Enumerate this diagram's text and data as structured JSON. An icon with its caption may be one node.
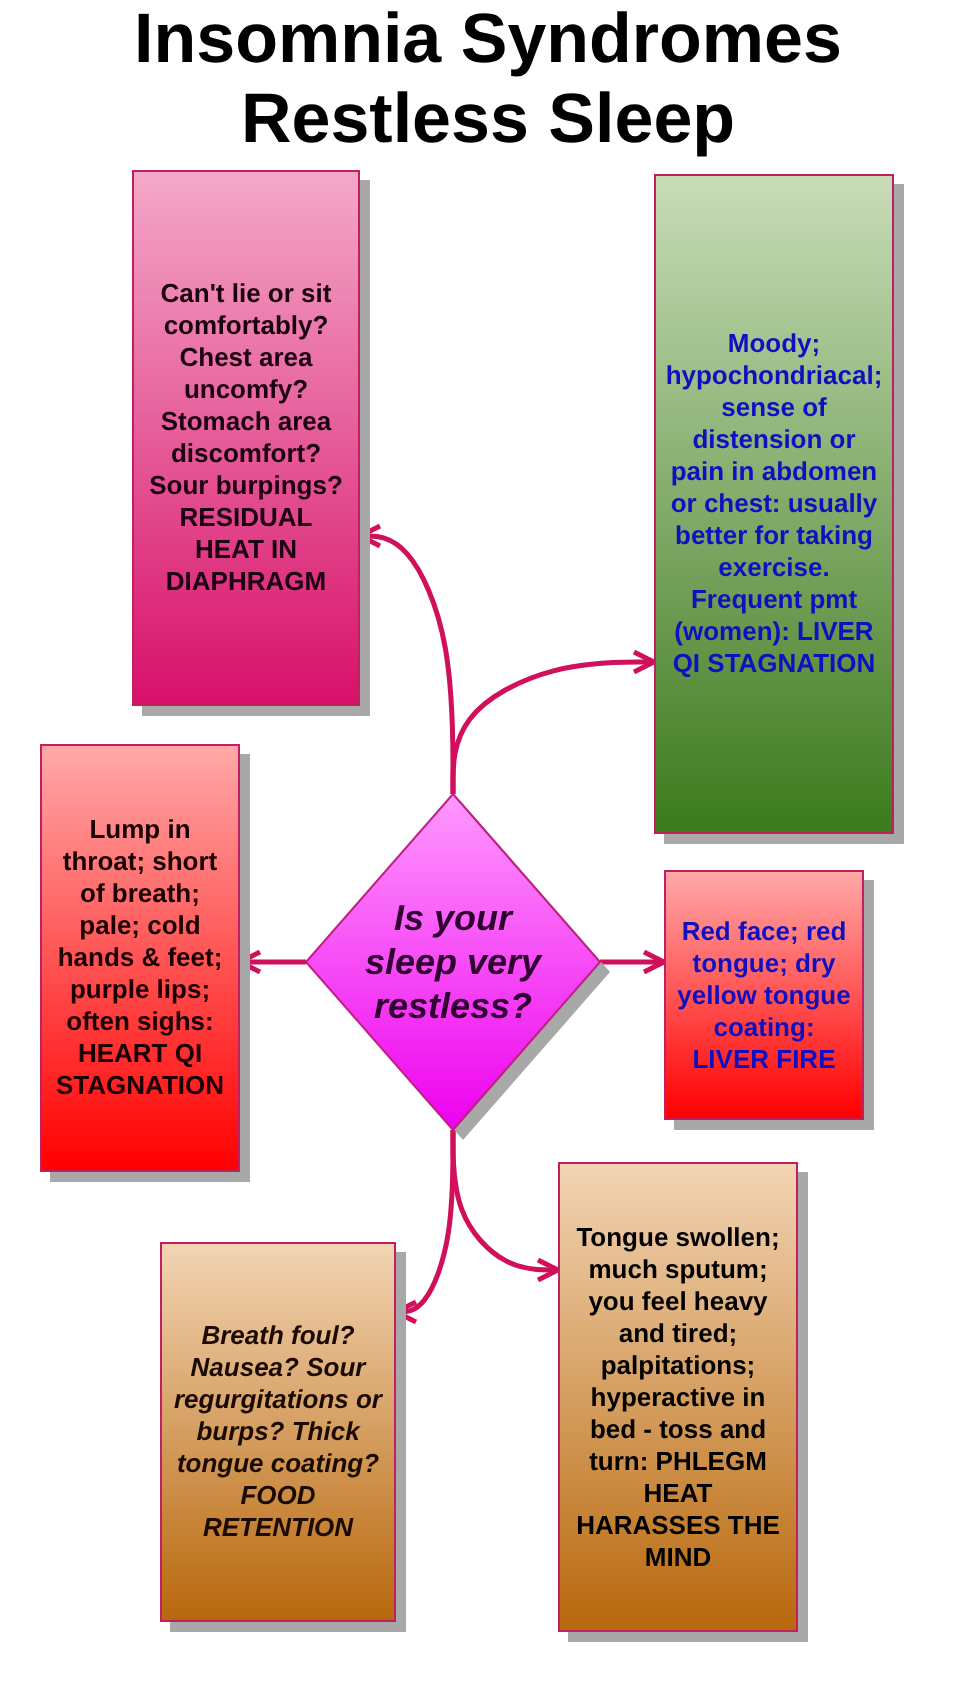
{
  "diagram": {
    "title": "Insomnia Syndromes Restless Sleep",
    "nodes": [
      {
        "text": [
          "Can't lie or sit comfortably? Chest area uncomfy? Stomach area discomfort? Sour burpings? RESIDUAL HEAT IN DIAPHRAGM"
        ]
      },
      {
        "text": [
          "Moody; hypochondriacal; sense of distension or pain in abdomen or chest: usually better for taking exercise. Frequent pmt (women): LIVER QI STAGNATION"
        ]
      },
      {
        "text": [
          "Lump in throat; short of breath; pale; cold hands & feet;  purple lips; often sighs: HEART QI STAGNATION"
        ]
      },
      {
        "text": [
          "Is your sleep very restless?"
        ]
      },
      {
        "text": [
          "Red face; red tongue; dry yellow tongue coating: LIVER FIRE"
        ]
      },
      {
        "text": [
          "Breath foul? Nausea? Sour regurgitations or burps? Thick tongue coating? FOOD RETENTION"
        ]
      },
      {
        "text": [
          "Tongue swollen; much sputum; you feel heavy and tired; palpitations; hyperactive in bed - toss and turn: PHLEGM HEAT HARASSES THE MIND"
        ]
      }
    ],
    "edges": [
      {
        "from": 3,
        "to": 0,
        "arrow": "to"
      },
      {
        "from": 3,
        "to": 1,
        "arrow": "to"
      },
      {
        "from": 3,
        "to": 2,
        "arrow": "to"
      },
      {
        "from": 3,
        "to": 4,
        "arrow": "to"
      },
      {
        "from": 3,
        "to": 5,
        "arrow": "to"
      },
      {
        "from": 3,
        "to": 6,
        "arrow": "to"
      }
    ]
  }
}
